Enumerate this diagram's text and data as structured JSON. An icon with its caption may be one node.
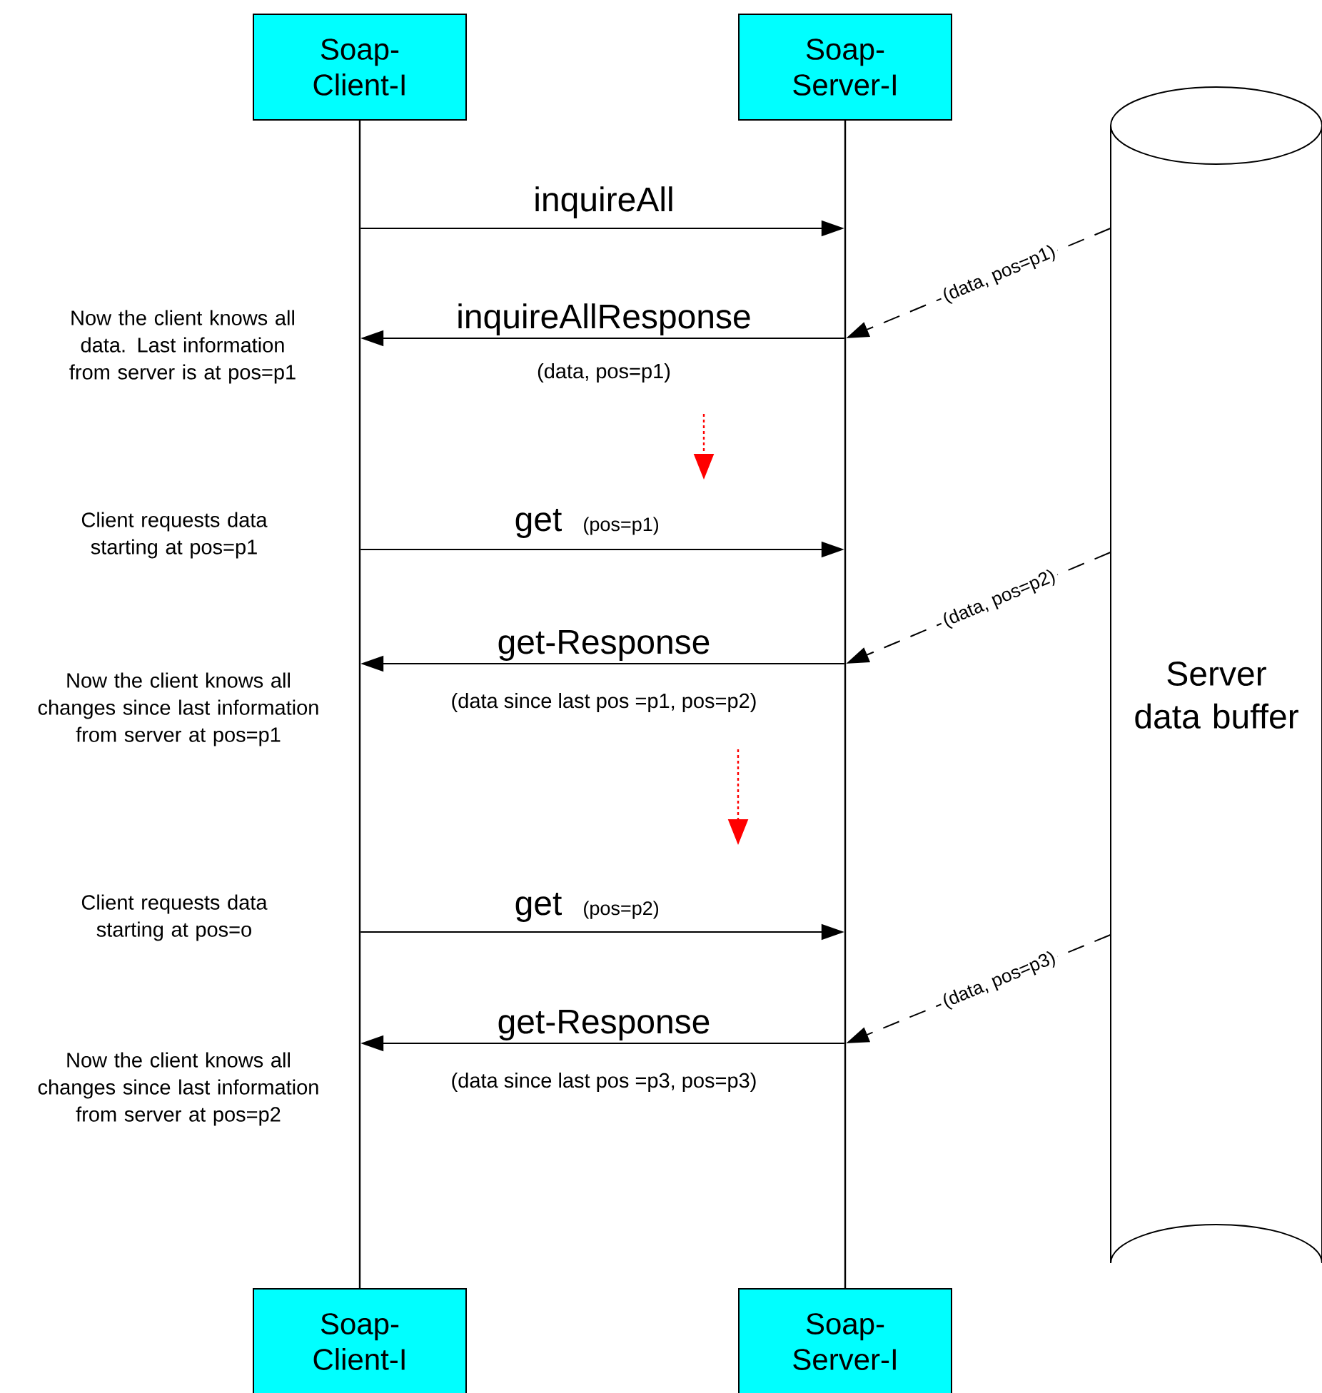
{
  "diagram": {
    "nodes": [
      {
        "text": [
          "Soap-Client-I"
        ]
      },
      {
        "text": [
          "Soap-Server-I"
        ]
      },
      {
        "text": [],
        "shape": "bar"
      },
      {
        "text": [],
        "shape": "bar"
      },
      {
        "text": [
          "Server data buffer"
        ]
      },
      {
        "text": [
          "Soap-Client-I"
        ]
      },
      {
        "text": [
          "Soap-Server-I"
        ]
      }
    ],
    "edges": [
      {
        "from": 2,
        "to": 3,
        "arrow": "to",
        "label": "inquireAll"
      },
      {
        "from": 3,
        "to": 2,
        "arrow": "to",
        "label": "inquireAllResponse"
      },
      {
        "from": 2,
        "to": 3,
        "arrow": "to",
        "label": "get"
      },
      {
        "from": 3,
        "to": 2,
        "arrow": "to",
        "label": "get-Response"
      },
      {
        "from": 2,
        "to": 3,
        "arrow": "to",
        "label": "get"
      },
      {
        "from": 3,
        "to": 2,
        "arrow": "to",
        "label": "get-Response"
      },
      {
        "from": 4,
        "to": 3,
        "arrow": "to",
        "label": "(data, pos=p1)",
        "style": "dashed"
      },
      {
        "from": 4,
        "to": 3,
        "arrow": "to",
        "label": "(data, pos=p2)",
        "style": "dashed"
      },
      {
        "from": 4,
        "to": 3,
        "arrow": "to",
        "label": "(data, pos=p3)",
        "style": "dashed"
      }
    ],
    "labels": [
      "Now the client knows all data. Last information from server is at pos=p1",
      "(data, pos=p1)",
      "(pos=p1)",
      "Client requests data starting at pos=p1",
      "Now the client knows all changes since last information from server at pos=p1",
      "(data since last pos =p1, pos=p2)",
      "(pos=p2)",
      "Client requests data starting at pos=o",
      "Now the client knows all changes since last information from server at pos=p2",
      "(data since last pos =p3, pos=p3)"
    ]
  }
}
